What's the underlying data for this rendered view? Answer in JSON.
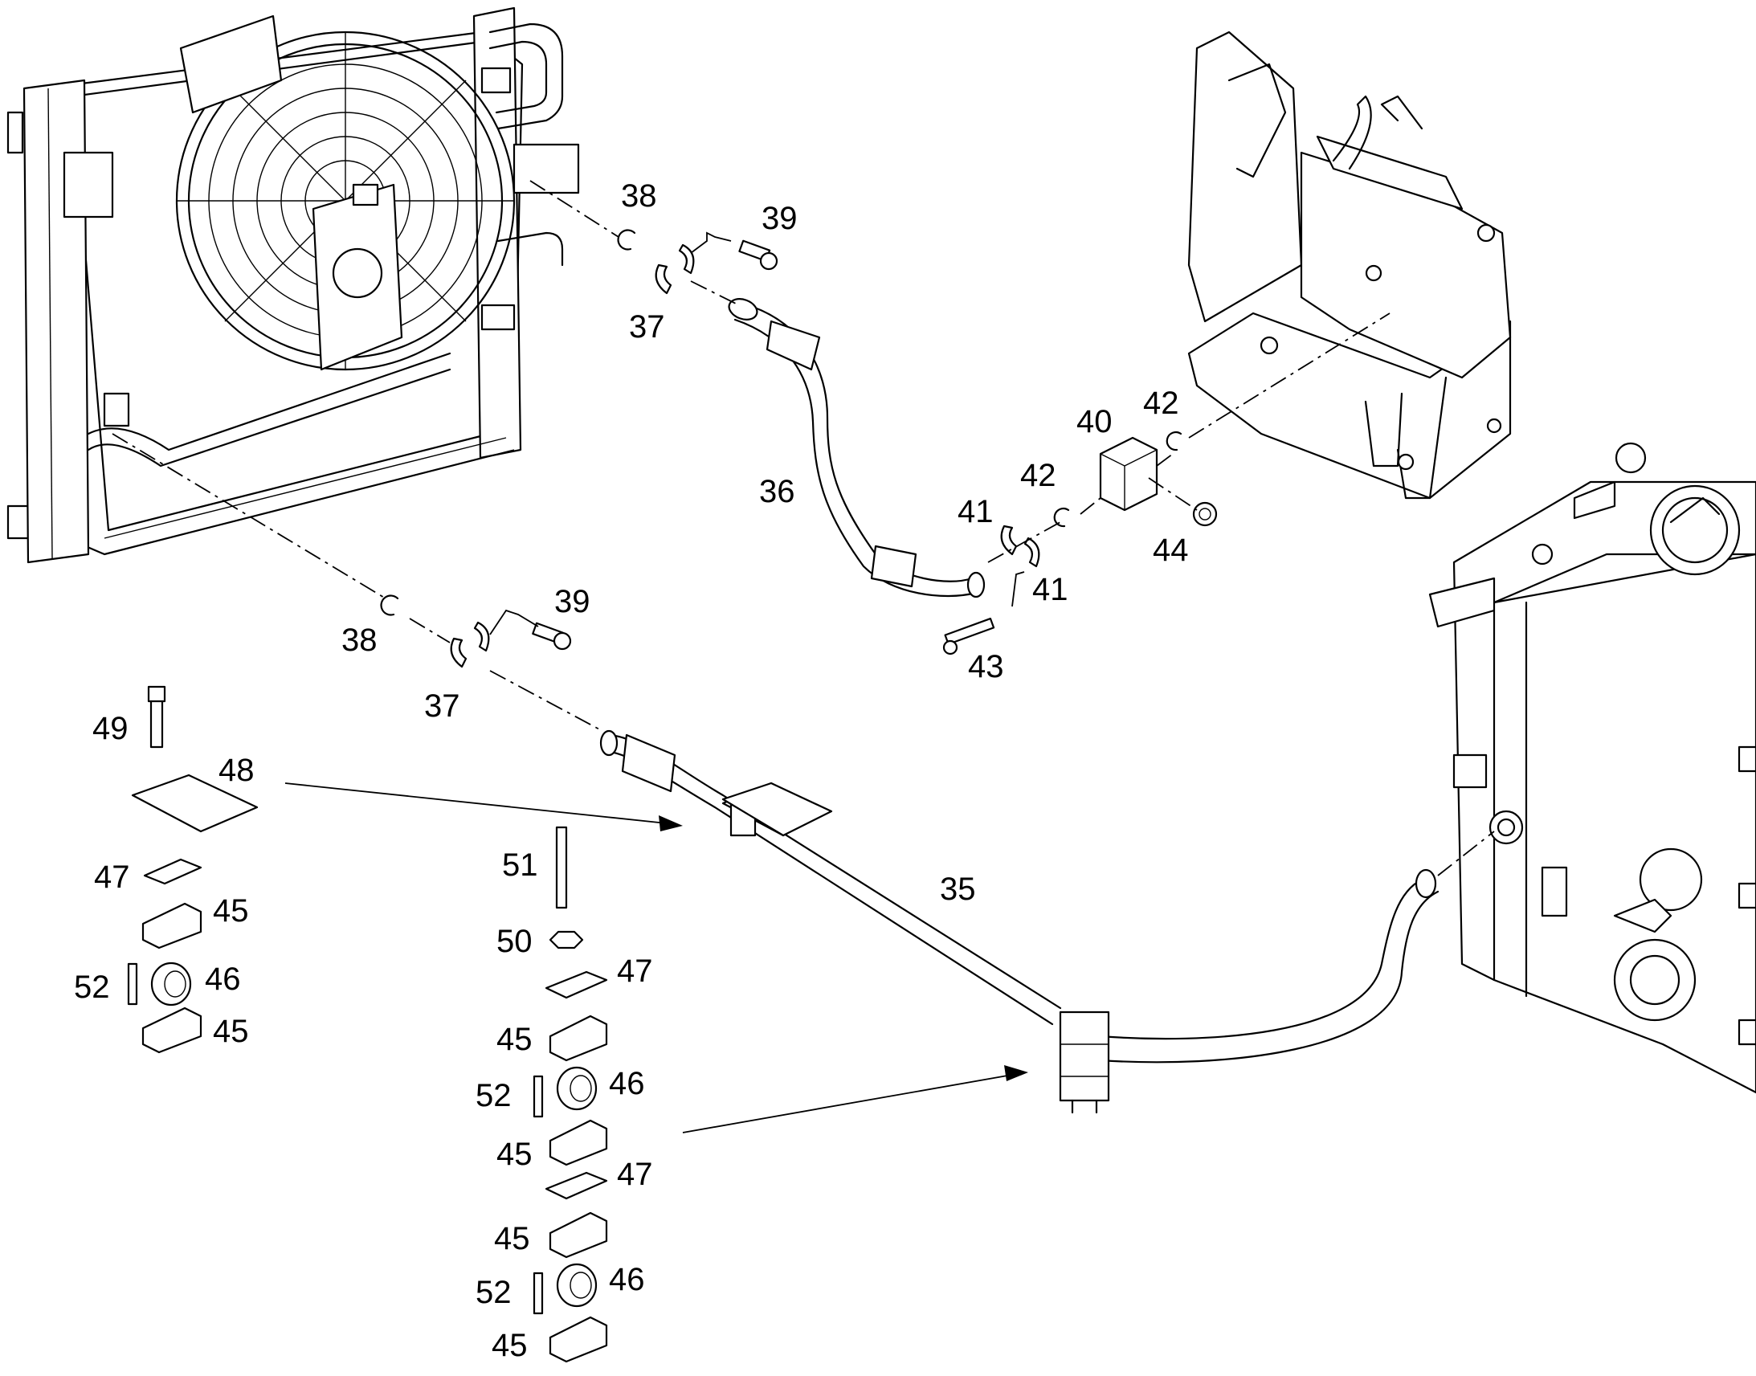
{
  "callouts": {
    "c35": "35",
    "c36": "36",
    "c37a": "37",
    "c37b": "37",
    "c38a": "38",
    "c38b": "38",
    "c39a": "39",
    "c39b": "39",
    "c40": "40",
    "c41a": "41",
    "c41b": "41",
    "c42a": "42",
    "c42b": "42",
    "c43": "43",
    "c44": "44",
    "c45a": "45",
    "c45b": "45",
    "c45c": "45",
    "c45d": "45",
    "c45e": "45",
    "c45f": "45",
    "c46a": "46",
    "c46b": "46",
    "c46c": "46",
    "c47a": "47",
    "c47b": "47",
    "c47c": "47",
    "c48": "48",
    "c49": "49",
    "c50": "50",
    "c51": "51",
    "c52a": "52",
    "c52b": "52",
    "c52c": "52"
  }
}
